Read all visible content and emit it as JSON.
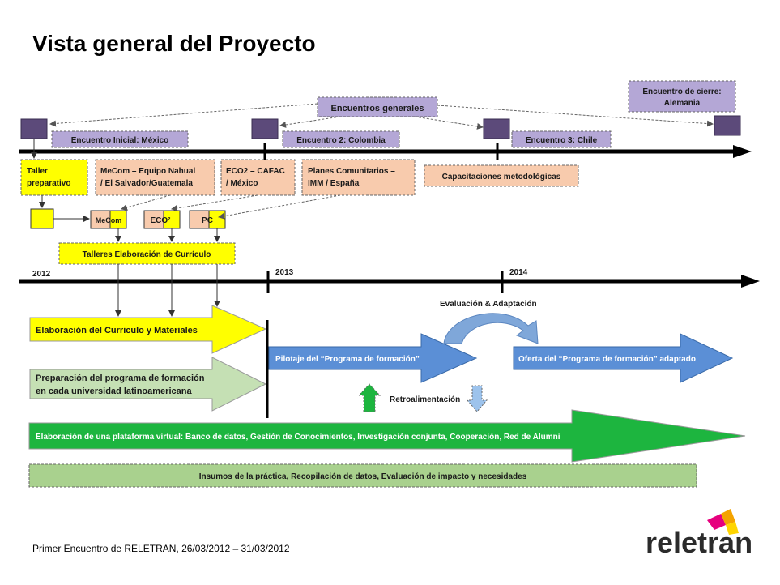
{
  "title": "Vista general del Proyecto",
  "footer": "Primer Encuentro de RELETRAN,  26/03/2012 – 31/03/2012",
  "logo": "reletran",
  "meetings": {
    "general": "Encuentros generales",
    "closing": [
      "Encuentro de cierre:",
      "Alemania"
    ],
    "m1": "Encuentro Inicial: México",
    "m2": "Encuentro 2: Colombia",
    "m3": "Encuentro 3: Chile"
  },
  "boxes": {
    "taller": [
      "Taller",
      "preparativo"
    ],
    "mecom": [
      "MeCom – Equipo Nahual",
      "/ El Salvador/Guatemala"
    ],
    "eco2": [
      "ECO2 – CAFAC",
      "/ México"
    ],
    "planes": [
      "Planes Comunitarios –",
      "IMM / España"
    ],
    "capacitaciones": "Capacitaciones metodológicas",
    "mecom_small": "MeCom",
    "eco_small": "ECO²",
    "pc_small": "PC",
    "talleres": "Talleres Elaboración de Currículo"
  },
  "years": [
    "2012",
    "2013",
    "2014"
  ],
  "arrows": {
    "elaboracion": "Elaboración del Curriculo y Materiales",
    "preparacion": [
      "Preparación del programa de formación",
      "en cada universidad latinoamericana"
    ],
    "pilotaje": "Pilotaje del “Programa de formación”",
    "oferta": "Oferta del “Programa de formación” adaptado",
    "evaluacion": "Evaluación & Adaptación",
    "retro": "Retroalimentación",
    "plataforma": "Elaboración de una plataforma virtual: Banco de datos, Gestión de Conocimientos, Investigación conjunta, Cooperación, Red de Alumni",
    "insumos": "Insumos de la práctica, Recopilación de datos,  Evaluación de impacto y necesidades"
  },
  "colors": {
    "purple_box": "#5c4a7a",
    "lavender": "#b4a7d6",
    "peach": "#f8cbad",
    "yellow": "#ffff00",
    "blue": "#5b8fd6",
    "light_green": "#c5e0b4",
    "green": "#1db53f",
    "pale_green": "#a9d18e",
    "timeline": "#000000"
  }
}
